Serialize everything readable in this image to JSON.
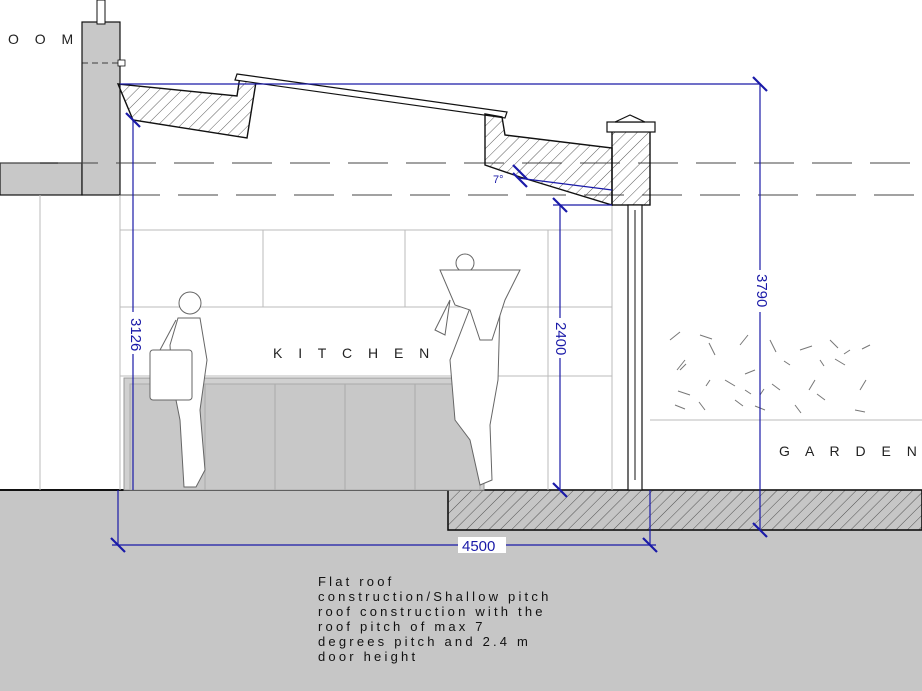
{
  "labels": {
    "room": "O O M",
    "kitchen": "K I T C H E N",
    "garden": "G A R D E N"
  },
  "dimensions": {
    "height_left": "3126",
    "door_height": "2400",
    "height_right": "3790",
    "width": "4500",
    "pitch": "7°"
  },
  "note": [
    "Flat roof",
    "construction/Shallow pitch",
    "roof construction with the",
    "roof pitch of max 7",
    "degrees pitch and 2.4 m",
    "door height"
  ],
  "colors": {
    "dimension": "#1a1aa8",
    "ground": "#c8c8c8",
    "counter": "#cfcfcf"
  }
}
